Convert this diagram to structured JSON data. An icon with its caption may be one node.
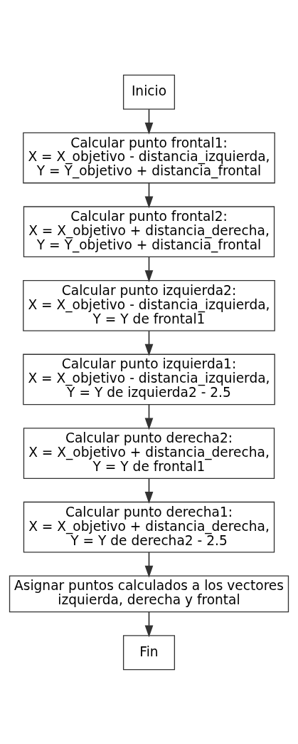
{
  "diagram": {
    "nodes": [
      {
        "text": [
          "Inicio"
        ]
      },
      {
        "text": [
          "Calcular punto frontal1:",
          "X = X_objetivo - distancia_izquierda, Y = Y_objetivo + distancia_frontal"
        ]
      },
      {
        "text": [
          "Calcular punto frontal2:",
          "X = X_objetivo + distancia_derecha, Y = Y_objetivo + distancia_frontal"
        ]
      },
      {
        "text": [
          "Calcular punto izquierda2:",
          "X = X_objetivo - distancia_izquierda, Y = Y de frontal1"
        ]
      },
      {
        "text": [
          "Calcular punto izquierda1:",
          "X = X_objetivo - distancia_izquierda, Y = Y de izquierda2 - 2.5"
        ]
      },
      {
        "text": [
          "Calcular punto derecha2:",
          "X = X_objetivo + distancia_derecha, Y = Y de frontal1"
        ]
      },
      {
        "text": [
          "Calcular punto derecha1:",
          "X = X_objetivo + distancia_derecha, Y = Y de derecha2 - 2.5"
        ]
      },
      {
        "text": [
          "Asignar puntos calculados a los vectores izquierda, derecha y frontal"
        ]
      },
      {
        "text": [
          "Fin"
        ]
      }
    ],
    "edges": [
      {
        "from": 0,
        "to": 1,
        "arrow": "to"
      },
      {
        "from": 1,
        "to": 2,
        "arrow": "to"
      },
      {
        "from": 2,
        "to": 3,
        "arrow": "to"
      },
      {
        "from": 3,
        "to": 4,
        "arrow": "to"
      },
      {
        "from": 4,
        "to": 5,
        "arrow": "to"
      },
      {
        "from": 5,
        "to": 6,
        "arrow": "to"
      },
      {
        "from": 6,
        "to": 7,
        "arrow": "to"
      },
      {
        "from": 7,
        "to": 8,
        "arrow": "to"
      }
    ]
  }
}
